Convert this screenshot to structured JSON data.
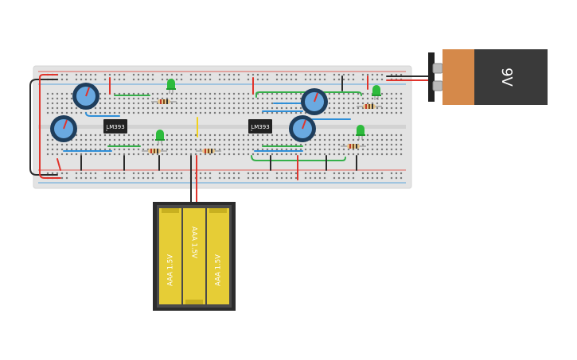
{
  "battery_9v": {
    "label": "9V"
  },
  "battery_pack": {
    "cell_labels": [
      "AAA 1.5V",
      "AAA 1.5V",
      "AAA 1.5V"
    ]
  },
  "chips": [
    {
      "label": "LM393"
    },
    {
      "label": "LM393"
    }
  ],
  "colors": {
    "breadboard": "#e3e3e3",
    "wire_red": "#e0342c",
    "wire_black": "#2b2b2b",
    "wire_green": "#35b04a",
    "wire_blue": "#2f8fd8",
    "wire_yellow": "#f3d21b",
    "pot_body": "#1f3e5c",
    "pot_knob": "#6aa9e0",
    "led_green": "#2dbb3c",
    "battery_orange": "#d5894a",
    "battery_dark": "#3a3a3a",
    "cell_yellow": "#e6cd36"
  }
}
